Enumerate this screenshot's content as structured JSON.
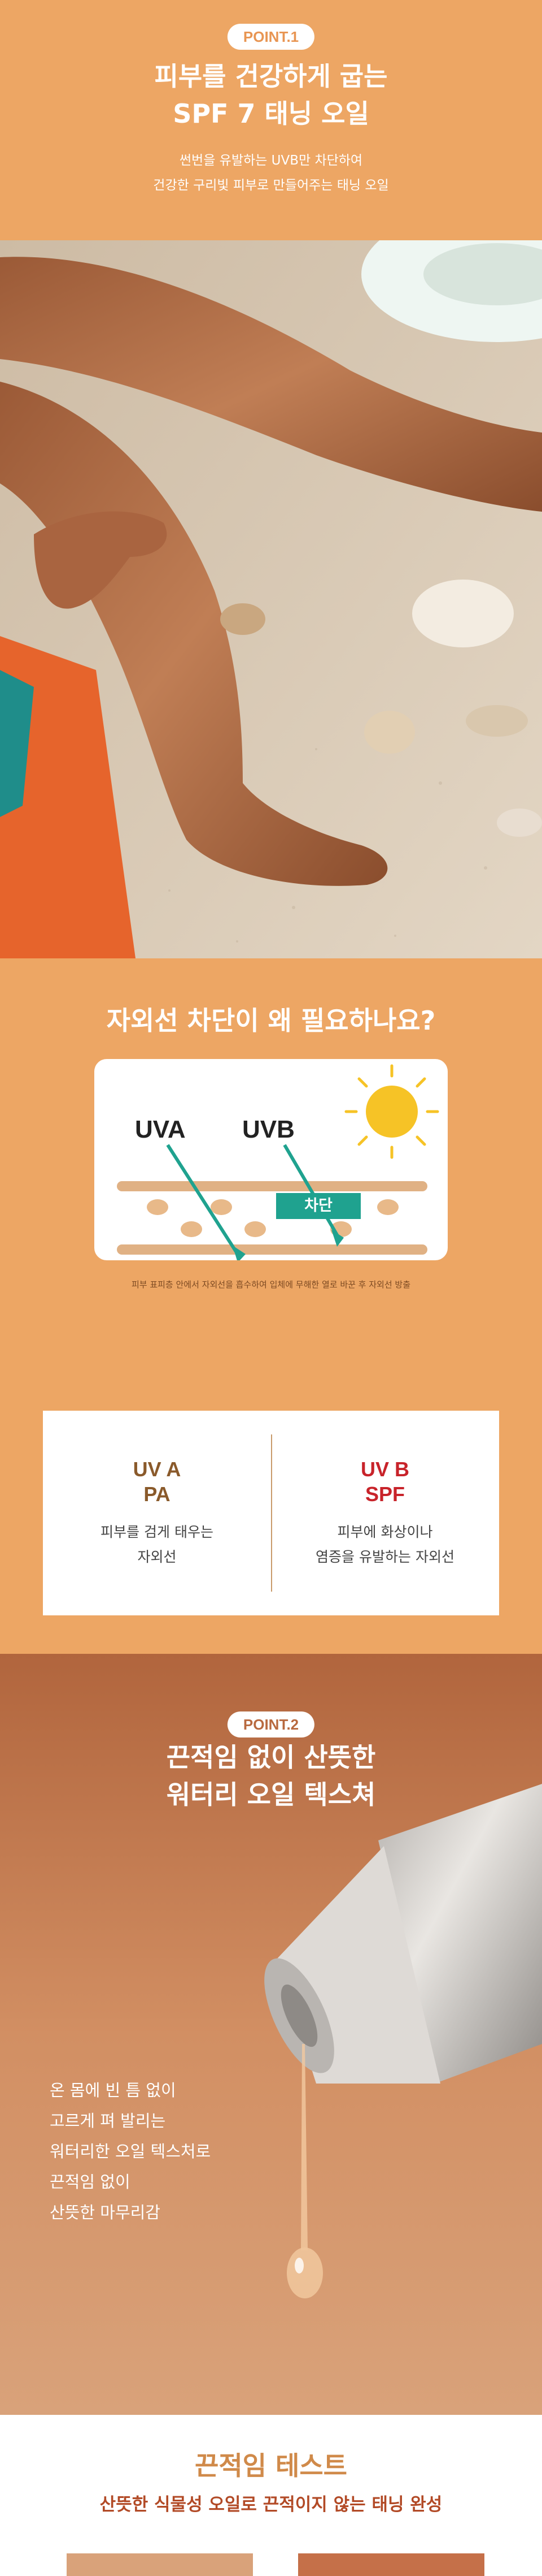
{
  "colors": {
    "orange_bg": "#eda664",
    "terracotta_bg": "#b8693f",
    "teal_block": "#1fa28f",
    "uvb_red": "#c8232a"
  },
  "point1": {
    "badge": "POINT.1",
    "headline": [
      "피부를 건강하게 굽는",
      "SPF 7 태닝 오일"
    ],
    "subtext": [
      "썬번을 유발하는 UVB만 차단하여",
      "건강한 구리빛 피부로 만들어주는 태닝 오일"
    ]
  },
  "uv_section": {
    "title": "자외선 차단이 왜 필요하나요?",
    "diagram": {
      "uva": "UVA",
      "uvb": "UVB",
      "block_label": "차단",
      "sun_icon": "sun-icon"
    },
    "caption": "피부 표피층 안에서 자외선을 흡수하여 입체에 무해한 열로 바꾼 후 자외선 방출",
    "uva_info": {
      "title1": "UV A",
      "title2": "PA",
      "desc": [
        "피부를 검게 태우는",
        "자외선"
      ]
    },
    "uvb_info": {
      "title1": "UV B",
      "title2": "SPF",
      "desc": [
        "피부에 화상이나",
        "염증을 유발하는 자외선"
      ]
    }
  },
  "point2": {
    "badge": "POINT.2",
    "headline": [
      "끈적임 없이 산뜻한",
      "워터리 오일 텍스쳐"
    ],
    "body": [
      "온 몸에 빈 틈 없이",
      "고르게 펴 발리는",
      "워터리한 오일 텍스처로",
      "끈적임 없이",
      "산뜻한 마무리감"
    ]
  },
  "stickiness_test": {
    "title": "끈적임 테스트",
    "subtitle": "산뜻한 식물성 오일로 끈적이지 않는 태닝 완성"
  }
}
